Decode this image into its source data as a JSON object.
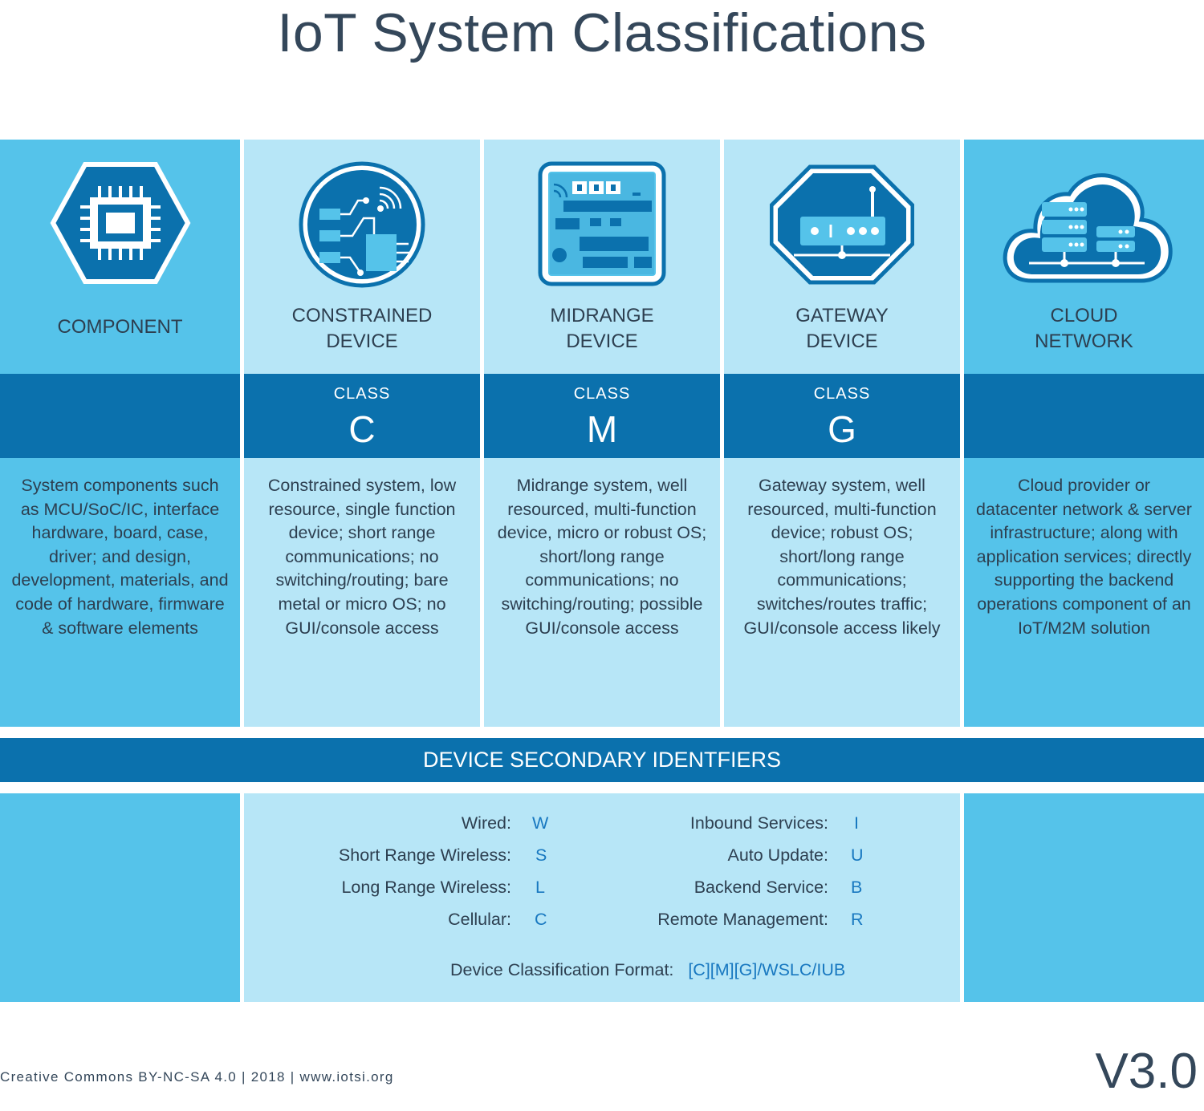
{
  "title": "IoT System Classifications",
  "columns": [
    {
      "name_lines": [
        "COMPONENT"
      ],
      "class_label": "",
      "class_letter": "",
      "description": "System components such as MCU/SoC/IC, interface hardware, board, case, driver; and design, development, materials, and code of hardware, firmware & software elements",
      "icon": "chip-icon"
    },
    {
      "name_lines": [
        "CONSTRAINED",
        "DEVICE"
      ],
      "class_label": "CLASS",
      "class_letter": "C",
      "description": "Constrained system, low resource, single function device; short range communications; no switching/routing; bare metal or micro OS; no GUI/console access",
      "icon": "constrained-device-icon"
    },
    {
      "name_lines": [
        "MIDRANGE",
        "DEVICE"
      ],
      "class_label": "CLASS",
      "class_letter": "M",
      "description": "Midrange system, well resourced, multi-function device, micro or robust OS; short/long range communications; no switching/routing; possible GUI/console access",
      "icon": "circuit-board-icon"
    },
    {
      "name_lines": [
        "GATEWAY",
        "DEVICE"
      ],
      "class_label": "CLASS",
      "class_letter": "G",
      "description": "Gateway system, well resourced, multi-function device; robust OS; short/long range communications; switches/routes traffic; GUI/console access likely",
      "icon": "router-icon"
    },
    {
      "name_lines": [
        "CLOUD",
        "NETWORK"
      ],
      "class_label": "",
      "class_letter": "",
      "description": "Cloud provider or datacenter network & server infrastructure; along with application services; directly supporting the backend operations component of an IoT/M2M solution",
      "icon": "cloud-server-icon"
    }
  ],
  "secondary": {
    "title": "DEVICE SECONDARY IDENTFIERS",
    "left": [
      {
        "label": "Wired:",
        "code": "W"
      },
      {
        "label": "Short Range Wireless:",
        "code": "S"
      },
      {
        "label": "Long Range Wireless:",
        "code": "L"
      },
      {
        "label": "Cellular:",
        "code": "C"
      }
    ],
    "right": [
      {
        "label": "Inbound Services:",
        "code": "I"
      },
      {
        "label": "Auto Update:",
        "code": "U"
      },
      {
        "label": "Backend Service:",
        "code": "B"
      },
      {
        "label": "Remote Management:",
        "code": "R"
      }
    ],
    "format_label": "Device Classification Format:",
    "format_code": "[C][M][G]/WSLC/IUB"
  },
  "footer": "Creative Commons BY-NC-SA 4.0 | 2018 | www.iotsi.org",
  "version": "V3.0",
  "colors": {
    "dark_cell": "#55c3ea",
    "light_cell": "#b7e6f7",
    "band": "#0b71ad",
    "text": "#2d3f50",
    "code": "#1878c0"
  }
}
